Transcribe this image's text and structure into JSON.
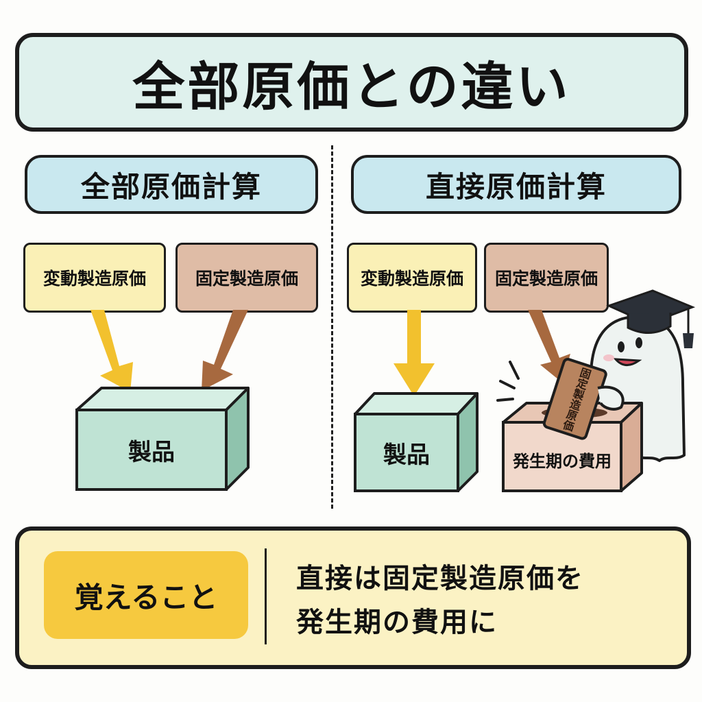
{
  "title": "全部原価との違い",
  "left_panel": {
    "heading": "全部原価計算",
    "variable_cost": "変動製造原価",
    "fixed_cost": "固定製造原価",
    "product": "製品"
  },
  "right_panel": {
    "heading": "直接原価計算",
    "variable_cost": "変動製造原価",
    "fixed_cost": "固定製造原価",
    "product": "製品",
    "period_expense": "発生期の費用",
    "held_card": "固定製造原価"
  },
  "memo": {
    "tag": "覚えること",
    "line1": "直接は固定製造原価を",
    "line2": "発生期の費用に"
  },
  "colors": {
    "title_bg": "#dff1ed",
    "pill_bg": "#c9e8ef",
    "variable_bg": "#faf0b6",
    "fixed_bg": "#dfbca6",
    "product_box": "#bfe3d4",
    "expense_box": "#f1d8cb",
    "arrow_variable": "#f2c12e",
    "arrow_fixed": "#a7693f",
    "memo_bg": "#fbf2c4",
    "memo_tag_bg": "#f6c93f"
  },
  "icons": [
    "graduation-cap-icon",
    "ghost-mascot-icon"
  ]
}
